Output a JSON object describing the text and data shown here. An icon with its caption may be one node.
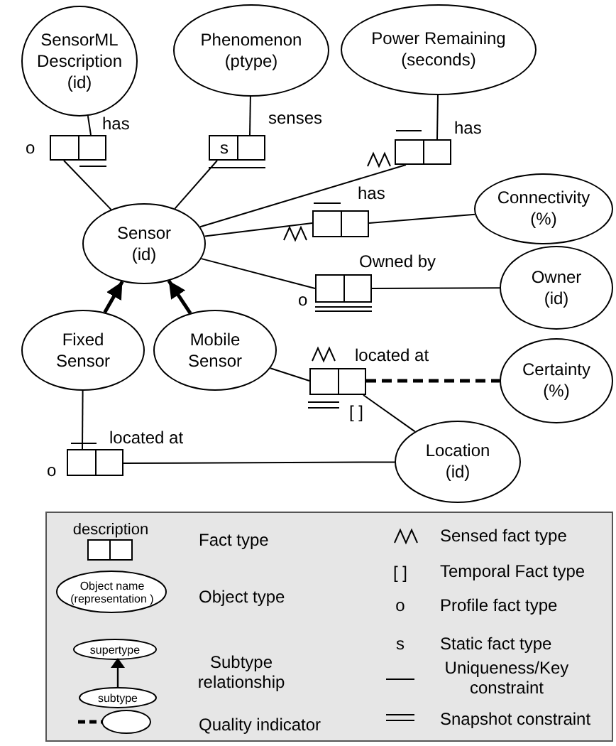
{
  "diagram": {
    "nodes": [
      {
        "text": [
          "SensorML Description (id)"
        ]
      },
      {
        "text": [
          "Phenomenon (ptype)"
        ]
      },
      {
        "text": [
          "Power Remaining (seconds)"
        ]
      },
      {
        "text": [],
        "shape": "box",
        "beside": [
          "has",
          "o"
        ]
      },
      {
        "text": [
          "s"
        ],
        "beside": [
          "senses"
        ]
      },
      {
        "text": [],
        "shape": "box",
        "beside": [
          "has"
        ]
      },
      {
        "text": [
          "Connectivity (%)"
        ]
      },
      {
        "text": [
          "Sensor (id)"
        ]
      },
      {
        "text": [],
        "shape": "box",
        "beside": [
          "has"
        ]
      },
      {
        "text": [],
        "shape": "box",
        "beside": [
          "Owned by",
          "o"
        ]
      },
      {
        "text": [
          "Owner (id)"
        ]
      },
      {
        "text": [
          "Fixed Sensor"
        ]
      },
      {
        "text": [
          "Mobile Sensor"
        ]
      },
      {
        "text": [],
        "shape": "box",
        "beside": [
          "located at",
          "[ ]"
        ]
      },
      {
        "text": [
          "Certainty (%)"
        ]
      },
      {
        "text": [
          "Location (id)"
        ]
      },
      {
        "text": [],
        "shape": "box",
        "beside": [
          "located at",
          "o"
        ]
      }
    ],
    "edges": [
      {
        "from": 3,
        "to": 0,
        "arrow": "none"
      },
      {
        "from": 3,
        "to": 7,
        "arrow": "none"
      },
      {
        "from": 4,
        "to": 1,
        "arrow": "none"
      },
      {
        "from": 4,
        "to": 7,
        "arrow": "none"
      },
      {
        "from": 5,
        "to": 2,
        "arrow": "none"
      },
      {
        "from": 5,
        "to": 7,
        "arrow": "none"
      },
      {
        "from": 8,
        "to": 7,
        "arrow": "none"
      },
      {
        "from": 8,
        "to": 6,
        "arrow": "none"
      },
      {
        "from": 9,
        "to": 7,
        "arrow": "none"
      },
      {
        "from": 9,
        "to": 10,
        "arrow": "none"
      },
      {
        "from": 11,
        "to": 7,
        "arrow": "to",
        "style": "thick"
      },
      {
        "from": 12,
        "to": 7,
        "arrow": "to",
        "style": "thick"
      },
      {
        "from": 13,
        "to": 12,
        "arrow": "none"
      },
      {
        "from": 13,
        "to": 15,
        "arrow": "none"
      },
      {
        "from": 13,
        "to": 14,
        "arrow": "none",
        "style": "dashed"
      },
      {
        "from": 16,
        "to": 11,
        "arrow": "none"
      },
      {
        "from": 16,
        "to": 15,
        "arrow": "none"
      }
    ],
    "labels": [
      "description",
      "Object name (representation )",
      "supertype",
      "subtype",
      "[ ]",
      "o",
      "s"
    ],
    "legend": [
      {
        "text": "Fact type"
      },
      {
        "text": "Object type"
      },
      {
        "text": "Subtype relationship"
      },
      {
        "text": "Quality indicator"
      },
      {
        "text": "Sensed fact type"
      },
      {
        "text": "Temporal Fact type"
      },
      {
        "text": "Profile fact type"
      },
      {
        "text": "Static fact type"
      },
      {
        "text": "Uniqueness/Key constraint"
      },
      {
        "text": "Snapshot constraint"
      }
    ]
  }
}
